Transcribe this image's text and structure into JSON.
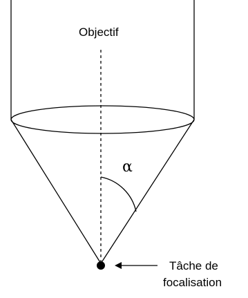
{
  "diagram": {
    "objective_label": "Objectif",
    "angle_label": "α",
    "focus_label_line1": "Tâche de",
    "focus_label_line2": "focalisation"
  }
}
